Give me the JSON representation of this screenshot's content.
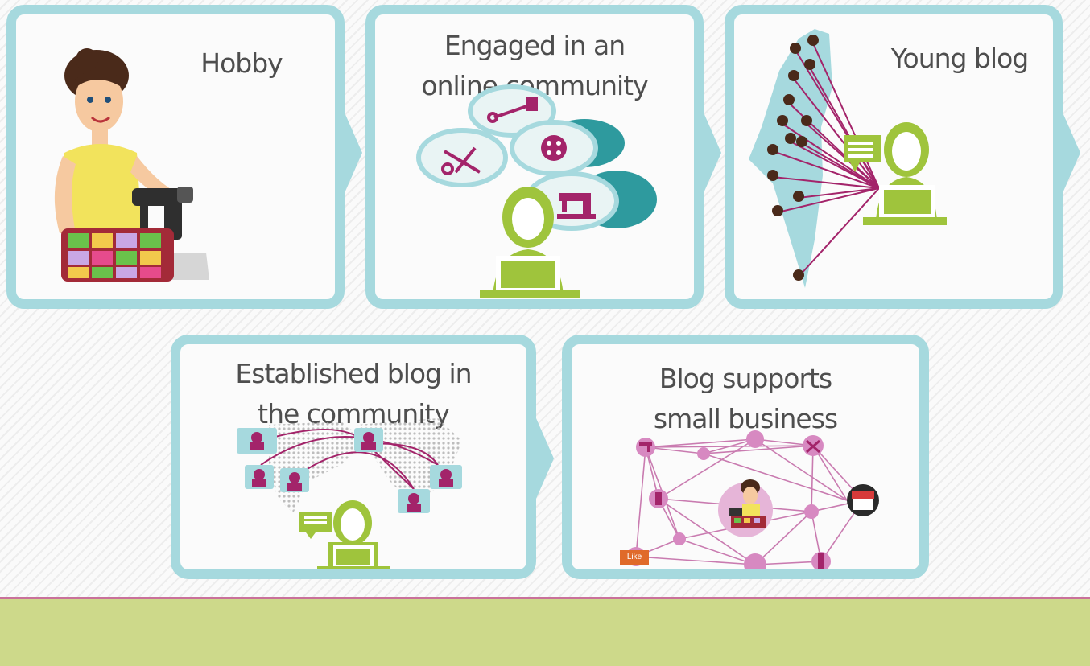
{
  "stages": [
    {
      "id": "hobby",
      "title": "Hobby"
    },
    {
      "id": "engaged",
      "title": "Engaged in an\nonline community"
    },
    {
      "id": "young",
      "title": "Young blog"
    },
    {
      "id": "established",
      "title": "Established blog in\nthe community"
    },
    {
      "id": "business",
      "title": "Blog supports\nsmall business"
    }
  ],
  "business_tag": "Like",
  "colors": {
    "border": "#a6d9de",
    "accent_green": "#9fc43c",
    "accent_magenta": "#a3246a",
    "footer": "#cdd98a",
    "teal": "#2e9a9e"
  }
}
